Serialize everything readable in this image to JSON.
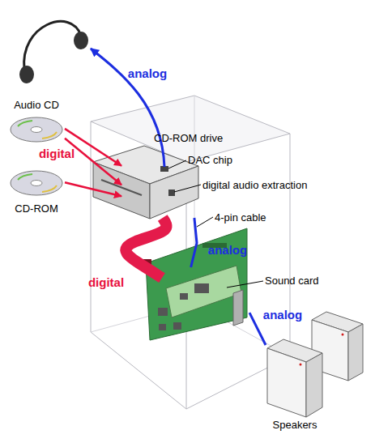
{
  "diagram": {
    "nodes": [
      {
        "text": [
          "Audio CD"
        ]
      },
      {
        "text": [
          "CD-ROM drive"
        ]
      },
      {
        "text": [
          "CD-ROM"
        ]
      },
      {
        "text": [
          "Sound card"
        ]
      },
      {
        "text": [
          "Speakers"
        ]
      }
    ],
    "edges": [
      {
        "from": 0,
        "to": 1,
        "arrow": "to",
        "label": "digital"
      },
      {
        "from": 0,
        "to": 1,
        "arrow": "to"
      },
      {
        "from": 2,
        "to": 1,
        "arrow": "to"
      },
      {
        "from": 1,
        "to": 3,
        "arrow": "none",
        "label": "digital"
      },
      {
        "from": 1,
        "to": 3,
        "arrow": "none",
        "label": "analog"
      },
      {
        "from": 3,
        "to": 4,
        "arrow": "none",
        "label": "analog"
      }
    ],
    "labels": [
      "analog",
      "DAC chip",
      "digital audio extraction",
      "4-pin cable"
    ]
  }
}
